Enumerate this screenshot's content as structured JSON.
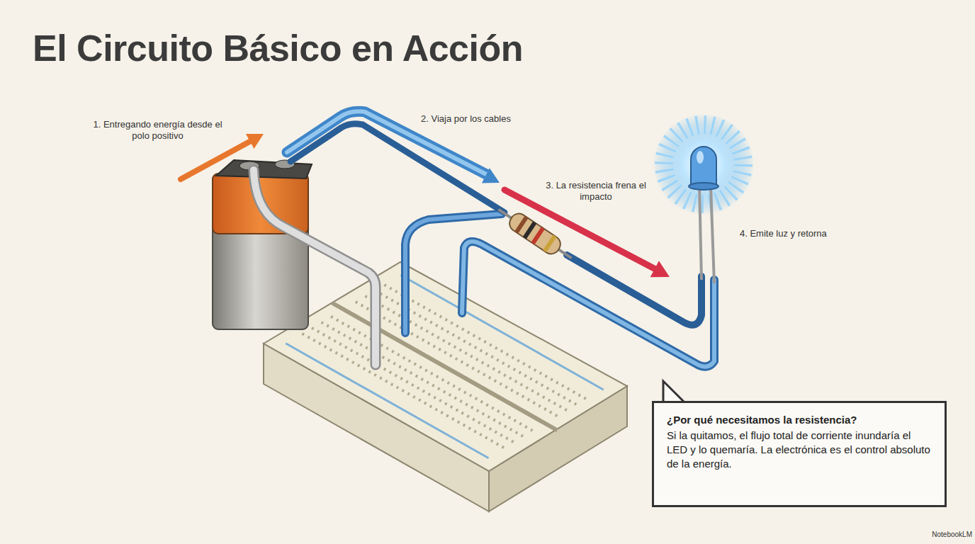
{
  "diagram": {
    "title": "El Circuito Básico en Acción",
    "nodes": [
      {
        "text": [
          "¿Por qué necesitamos la resistencia?",
          "Si la quitamos, el flujo total de corriente inundaría el LED y lo quemaría. La electrónica es el control absoluto de la energía."
        ]
      }
    ],
    "labels": [
      "1. Entregando energía desde el polo positivo",
      "2. Viaja por los cables",
      "3. La resistencia frena el impacto",
      "4. Emite luz y retorna",
      "NotebookLM"
    ]
  }
}
